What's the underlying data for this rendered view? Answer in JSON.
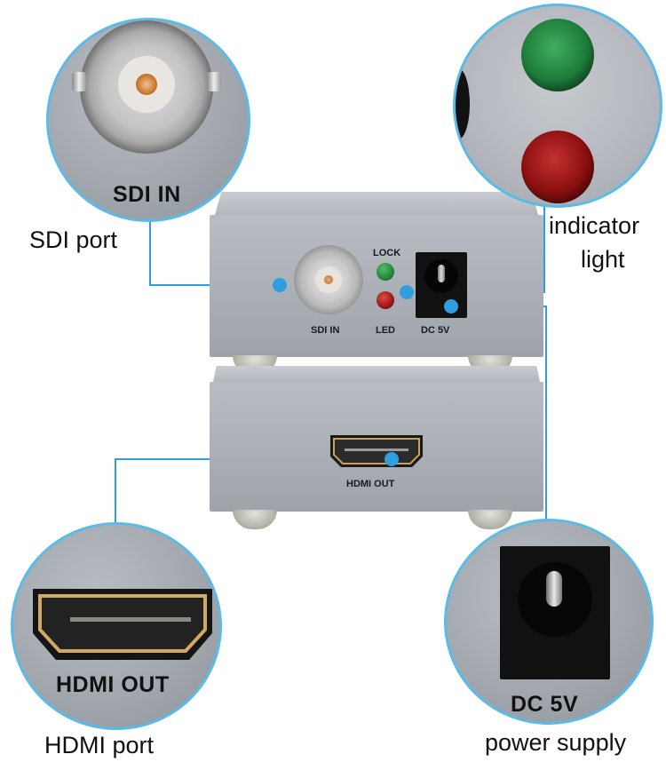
{
  "callouts": {
    "sdi": {
      "panel_label": "SDI IN",
      "caption": "SDI port"
    },
    "indicator": {
      "caption_line1": "indicator",
      "caption_line2": "light"
    },
    "hdmi": {
      "panel_label": "HDMI OUT",
      "caption": "HDMI port"
    },
    "power": {
      "panel_label": "DC 5V",
      "caption": "power supply"
    }
  },
  "device": {
    "top_unit": {
      "sdi_label": "SDI IN",
      "lock_label": "LOCK",
      "led_label": "LED",
      "dc_label": "DC 5V"
    },
    "bottom_unit": {
      "hdmi_label": "HDMI OUT"
    }
  },
  "colors": {
    "callout_line": "#2f9fe0",
    "circle_border": "#5bbbe8",
    "led_green": "#1f8a3c",
    "led_red": "#9b1414",
    "chassis": "#a9aeb5"
  }
}
